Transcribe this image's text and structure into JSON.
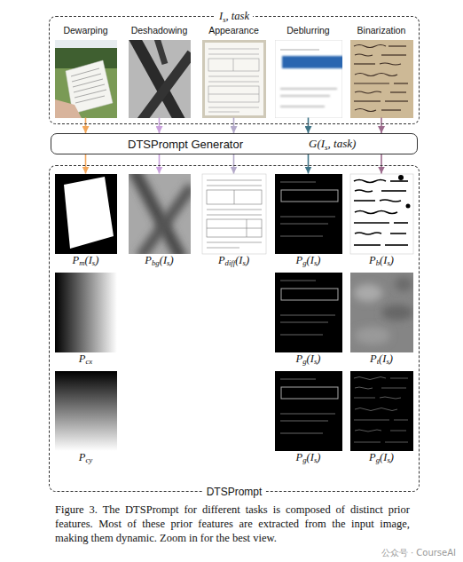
{
  "diagram": {
    "caption": "Figure 3. The DTSPrompt for different tasks is composed of distinct prior features. Most of these prior features are extracted from the input image, making them dynamic. Zoom in for the best view.",
    "nodes": [
      {
        "text": [
          "Is, task"
        ]
      },
      {
        "text": [
          "Dewarping"
        ],
        "in": 0
      },
      {
        "text": [
          "Deshadowing"
        ],
        "in": 0
      },
      {
        "text": [
          "Appearance"
        ],
        "in": 0
      },
      {
        "text": [
          "Deblurring"
        ],
        "in": 0
      },
      {
        "text": [
          "Binarization"
        ],
        "in": 0
      },
      {
        "text": [
          "DTSPrompt Generator",
          "G(Is, task)"
        ]
      },
      {
        "text": [
          "DTSPrompt"
        ]
      },
      {
        "text": [
          "Pm(Is)"
        ],
        "in": 7
      },
      {
        "text": [
          "Pbg(Is)"
        ],
        "in": 7
      },
      {
        "text": [
          "Pdiff(Is)"
        ],
        "in": 7
      },
      {
        "text": [
          "Pg(Is)"
        ],
        "in": 7
      },
      {
        "text": [
          "Pb(Is)"
        ],
        "in": 7
      },
      {
        "text": [
          "Pcx"
        ],
        "in": 7
      },
      {
        "text": [
          "Pg(Is)"
        ],
        "in": 7
      },
      {
        "text": [
          "Pt(Is)"
        ],
        "in": 7
      },
      {
        "text": [
          "Pcy"
        ],
        "in": 7
      },
      {
        "text": [
          "Pg(Is)"
        ],
        "in": 7
      },
      {
        "text": [
          "Pg(Is)"
        ],
        "in": 7
      }
    ],
    "edges": [
      {
        "from": 1,
        "to": 6,
        "arrow": "to"
      },
      {
        "from": 2,
        "to": 6,
        "arrow": "to"
      },
      {
        "from": 3,
        "to": 6,
        "arrow": "to"
      },
      {
        "from": 4,
        "to": 6,
        "arrow": "to"
      },
      {
        "from": 5,
        "to": 6,
        "arrow": "to"
      },
      {
        "from": 6,
        "to": 8,
        "arrow": "to"
      },
      {
        "from": 6,
        "to": 9,
        "arrow": "to"
      },
      {
        "from": 6,
        "to": 10,
        "arrow": "to"
      },
      {
        "from": 6,
        "to": 11,
        "arrow": "to"
      },
      {
        "from": 6,
        "to": 12,
        "arrow": "to"
      }
    ],
    "labels": [
      "公众号 · CourseAI"
    ]
  }
}
